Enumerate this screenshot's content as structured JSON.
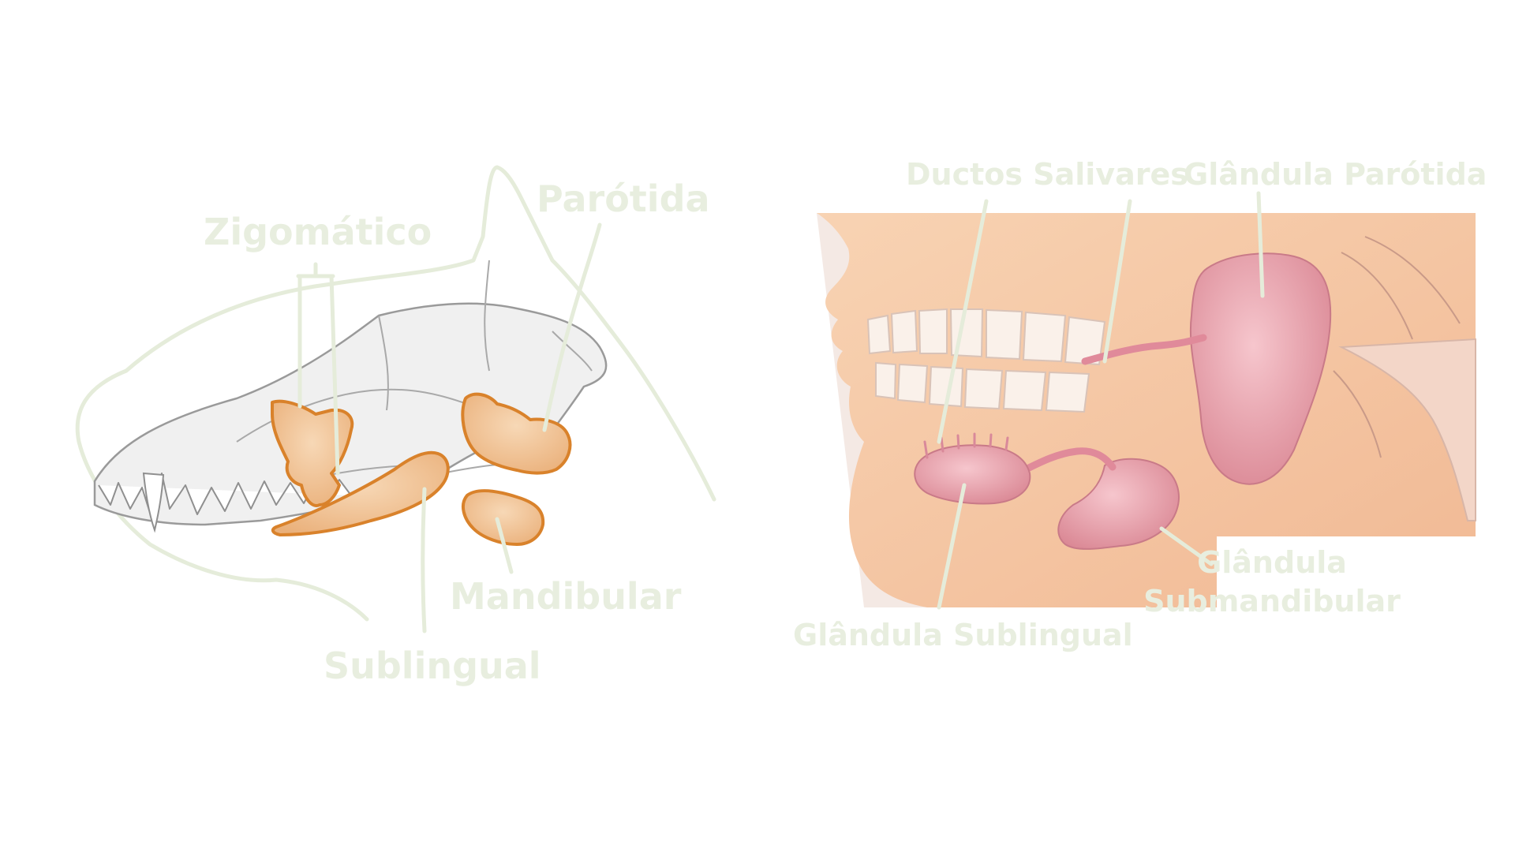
{
  "dog_panel": {
    "labels": {
      "zygomatic": "Zigomático",
      "parotid": "Parótida",
      "mandibular": "Mandibular",
      "sublingual": "Sublingual"
    }
  },
  "human_panel": {
    "labels": {
      "salivary_ducts": "Ductos Salivares",
      "parotid_gland": "Glândula Parótida",
      "submandibular_gland_line1": "Glândula",
      "submandibular_gland_line2": "Submandibular",
      "sublingual_gland": "Glândula Sublingual"
    }
  },
  "colors": {
    "label_text": "#e8eedf",
    "leader_line": "#e5ecda",
    "dog_gland_fill": "#efc08d",
    "dog_gland_stroke": "#d9822b",
    "skull_stroke": "#9a9a9a",
    "skin": "#f6caa5",
    "human_gland": "#e8a3ad"
  }
}
